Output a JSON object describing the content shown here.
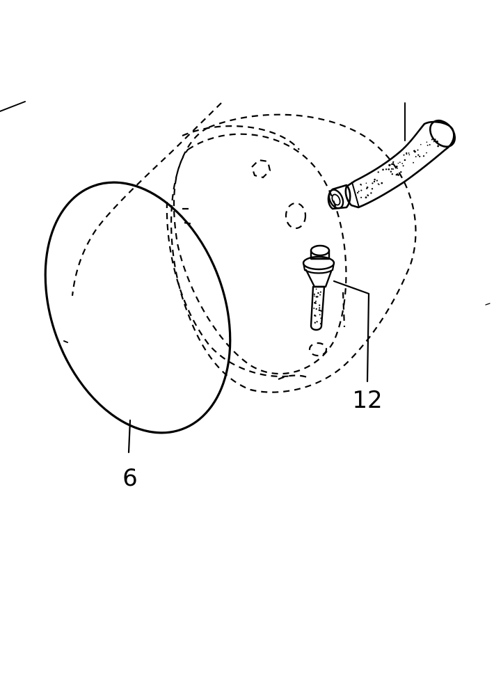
{
  "diagram": {
    "callouts": [
      {
        "id": "6",
        "label": "6"
      },
      {
        "id": "12",
        "label": "12"
      }
    ]
  }
}
